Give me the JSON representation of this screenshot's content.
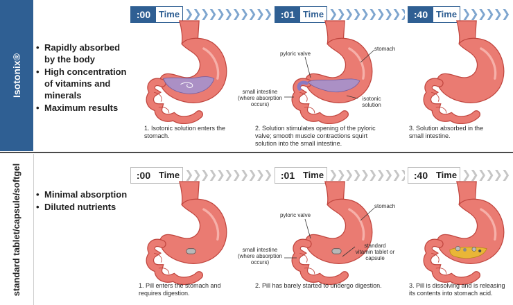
{
  "isotonix": {
    "label": "Isotonix®",
    "bullets": [
      "Rapidly absorbed by the body",
      "High concentration of vitamins and minerals",
      "Maximum results"
    ],
    "stages": [
      {
        "time": ":00",
        "time_word": "Time",
        "caption_num": "1.",
        "caption": "Isotonic solution enters the stomach."
      },
      {
        "time": ":01",
        "time_word": "Time",
        "caption_num": "2.",
        "caption": "Solution stimulates opening of the pyloric valve; smooth muscle contractions squirt solution into the small intestine."
      },
      {
        "time": ":40",
        "time_word": "Time",
        "caption_num": "3.",
        "caption": "Solution absorbed in the small intestine."
      }
    ],
    "annotations": {
      "pyloric_valve": "pyloric valve",
      "stomach": "stomach",
      "small_intestine": "small intestine (where absorption occurs)",
      "isotonic_solution": "isotonic solution"
    }
  },
  "standard": {
    "label": "standard tablet/capsule/softgel",
    "bullets": [
      "Minimal absorption",
      "Diluted nutrients"
    ],
    "stages": [
      {
        "time": ":00",
        "time_word": "Time",
        "caption_num": "1.",
        "caption": "Pill enters the stomach and requires digestion."
      },
      {
        "time": ":01",
        "time_word": "Time",
        "caption_num": "2.",
        "caption": "Pill has barely started to undergo digestion."
      },
      {
        "time": ":40",
        "time_word": "Time",
        "caption_num": "3.",
        "caption": "Pill is dissolving and is releasing its contents into stomach acid."
      }
    ],
    "annotations": {
      "pyloric_valve": "pyloric valve",
      "stomach": "stomach",
      "small_intestine": "small intestine (where absorption occurs)",
      "vitamin_tablet": "standard vitamin tablet or capsule"
    }
  },
  "chevrons": "❯❯❯❯❯❯❯❯❯❯❯",
  "colors": {
    "isotonix_blue": "#2f5f93",
    "stomach": "#ea7b72",
    "stomach_outline": "#c0463f",
    "solution": "#a593cf",
    "pill": "#b8b8b8",
    "dissolved": "#e9b637"
  }
}
